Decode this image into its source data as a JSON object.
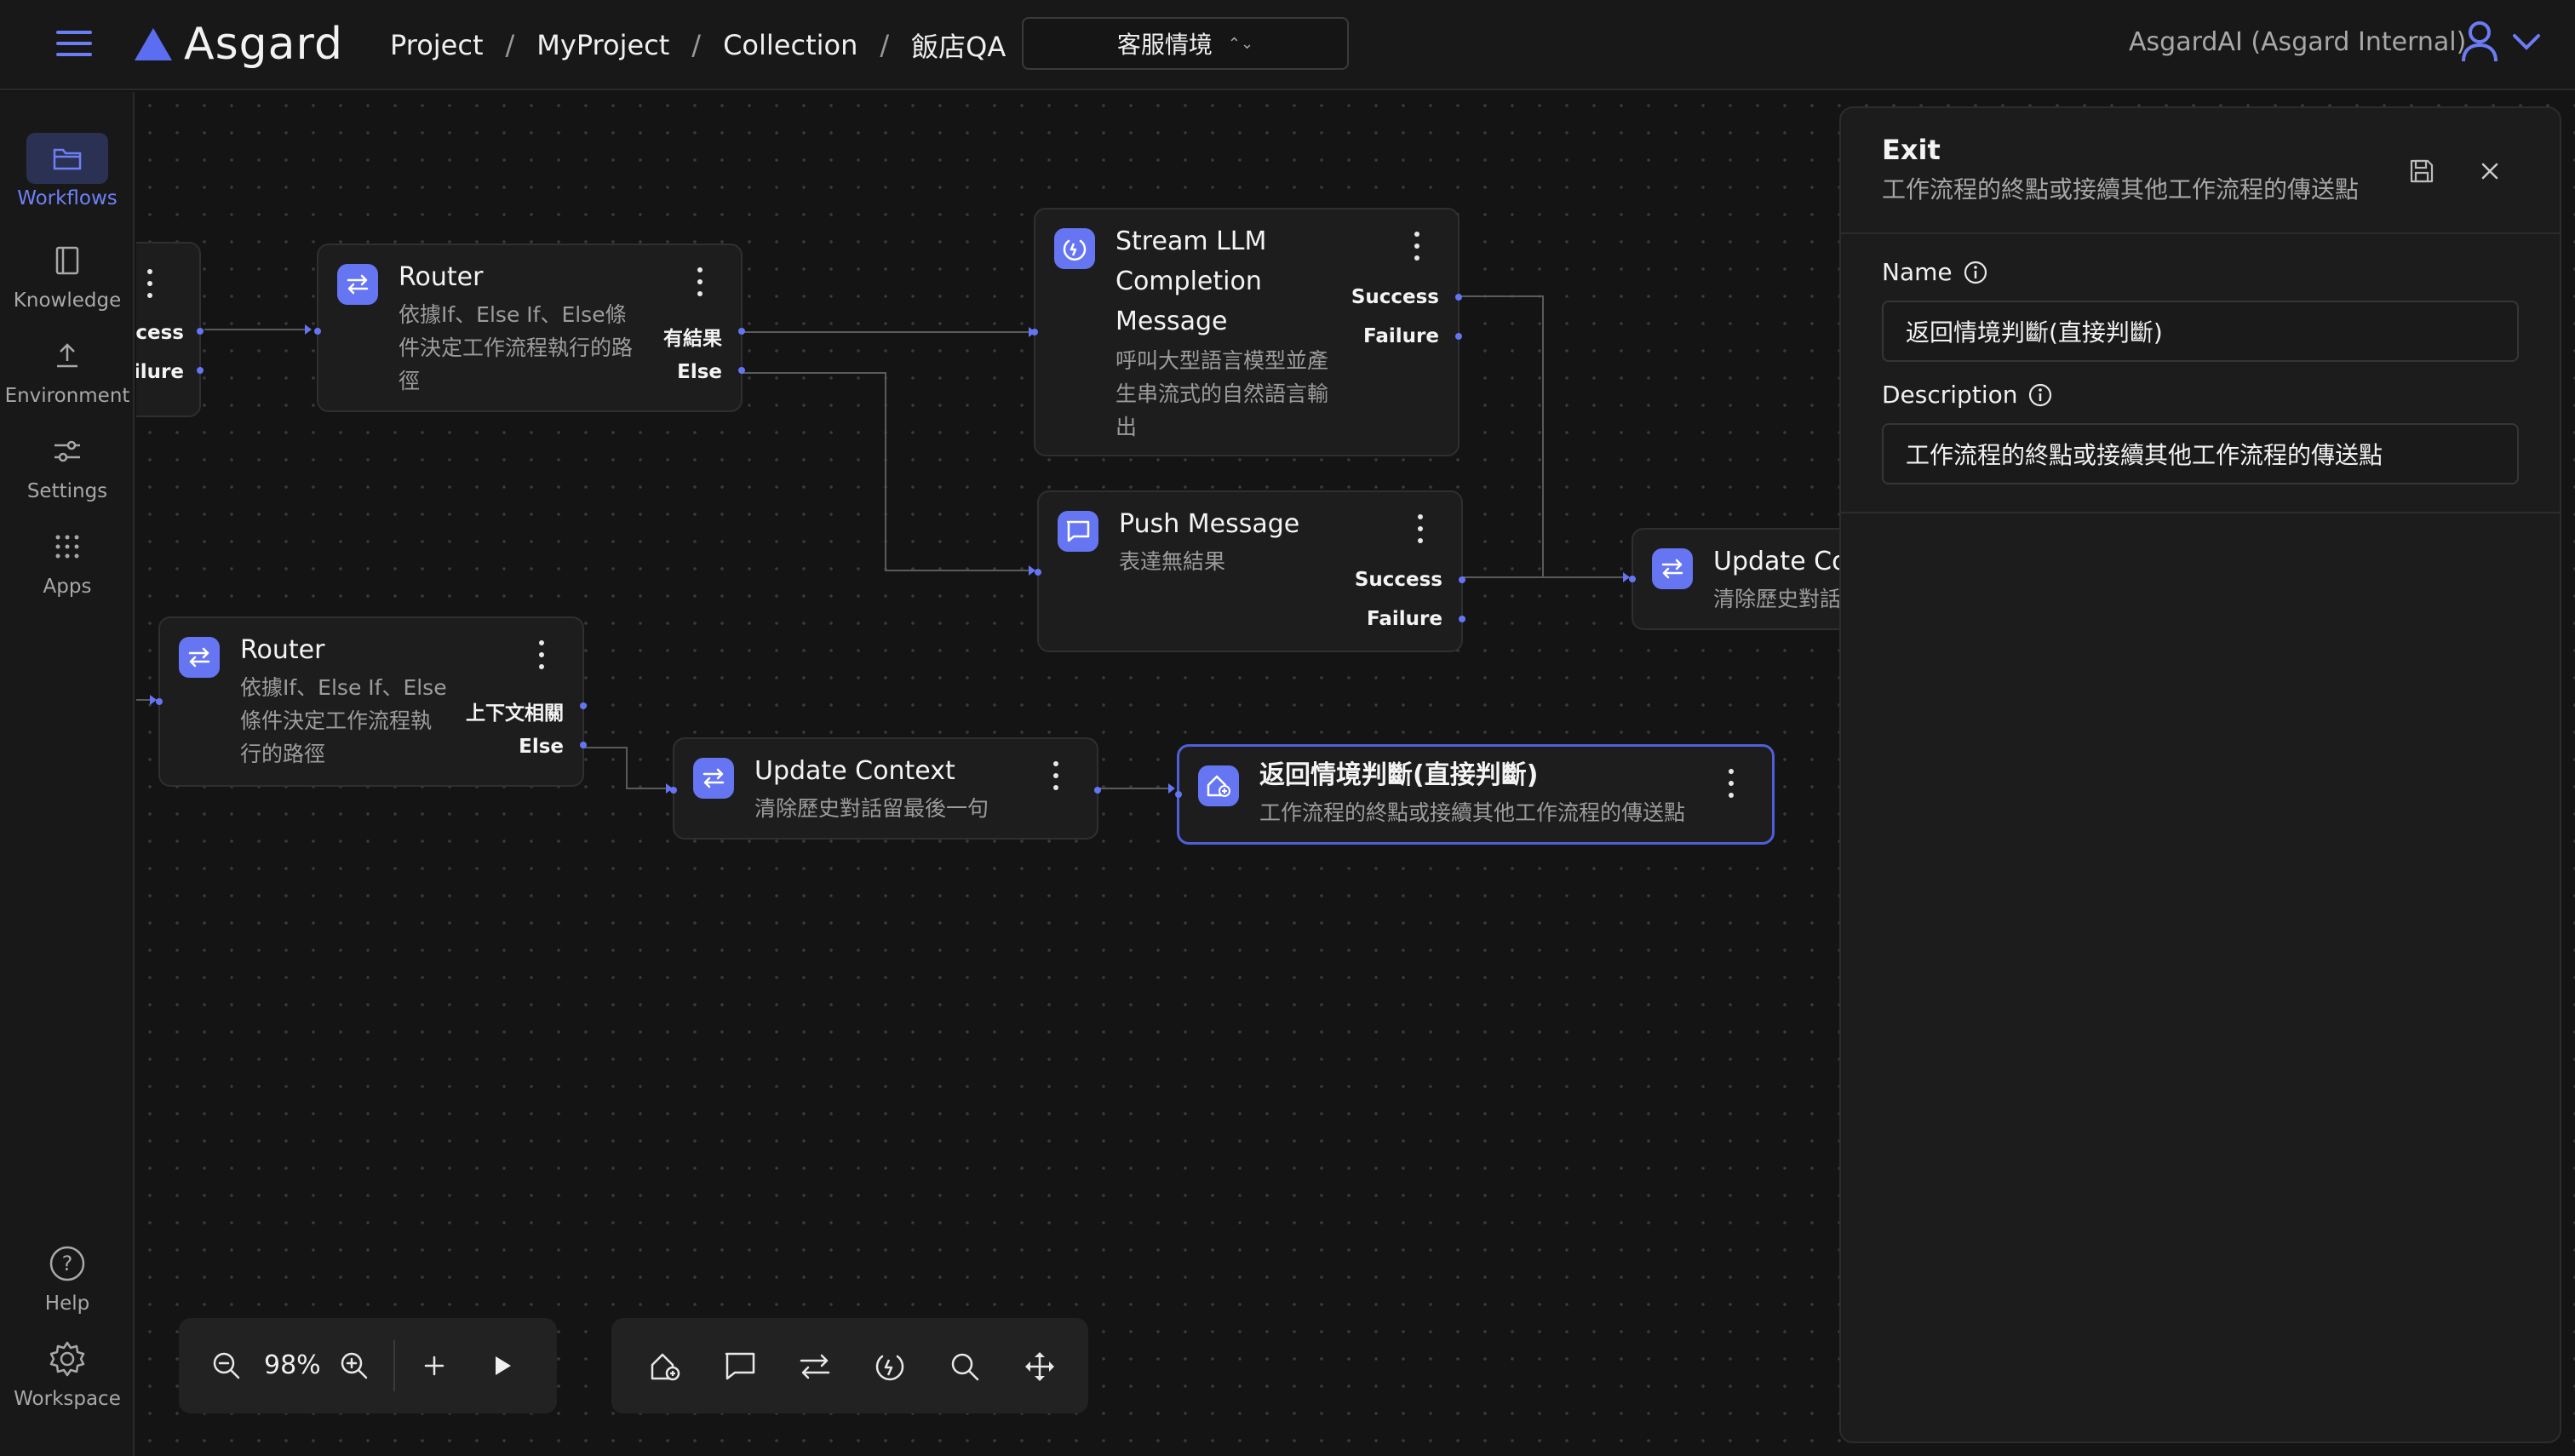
{
  "app": {
    "name": "Asgard",
    "account": "AsgardAI (Asgard Internal)"
  },
  "breadcrumb": [
    "Project",
    "MyProject",
    "Collection",
    "飯店QA"
  ],
  "scenario_select": {
    "value": "客服情境"
  },
  "rail": {
    "workflows": "Workflows",
    "knowledge": "Knowledge",
    "environment": "Environment",
    "settings": "Settings",
    "apps": "Apps",
    "help": "Help",
    "workspace": "Workspace"
  },
  "nodes": {
    "partial_left": {
      "success": "Success",
      "failure": "Failure"
    },
    "router1": {
      "title": "Router",
      "desc": [
        "依據If、Else If、Else條",
        "件決定工作流程執行的路",
        "徑"
      ],
      "out1": "有結果",
      "out2": "Else"
    },
    "stream": {
      "title": [
        "Stream LLM",
        "Completion",
        "Message"
      ],
      "desc": [
        "呼叫大型語言模型並產",
        "生串流式的自然語言輸",
        "出"
      ],
      "out1": "Success",
      "out2": "Failure"
    },
    "push": {
      "title": "Push Message",
      "desc": "表達無結果",
      "out1": "Success",
      "out2": "Failure"
    },
    "update_right": {
      "title": "Update Context",
      "desc": "清除歷史對話留最後一句"
    },
    "router2": {
      "title": "Router",
      "desc": [
        "依據If、Else If、Else",
        "條件決定工作流程執",
        "行的路徑"
      ],
      "out1": "上下文相關",
      "out2": "Else"
    },
    "update_ctx": {
      "title": "Update Context",
      "desc": "清除歷史對話留最後一句"
    },
    "exit": {
      "title": "返回情境判斷(直接判斷)",
      "desc": "工作流程的終點或接續其他工作流程的傳送點"
    }
  },
  "toolbar": {
    "zoom": "98%"
  },
  "panel": {
    "title": "Exit",
    "subtitle": "工作流程的終點或接續其他工作流程的傳送點",
    "name_label": "Name",
    "name_value": "返回情境判斷(直接判斷)",
    "description_label": "Description",
    "description_value": "工作流程的終點或接續其他工作流程的傳送點"
  },
  "colors": {
    "accent": "#5b6df0",
    "node_icon": "#6676f3",
    "canvas": "#141414"
  }
}
